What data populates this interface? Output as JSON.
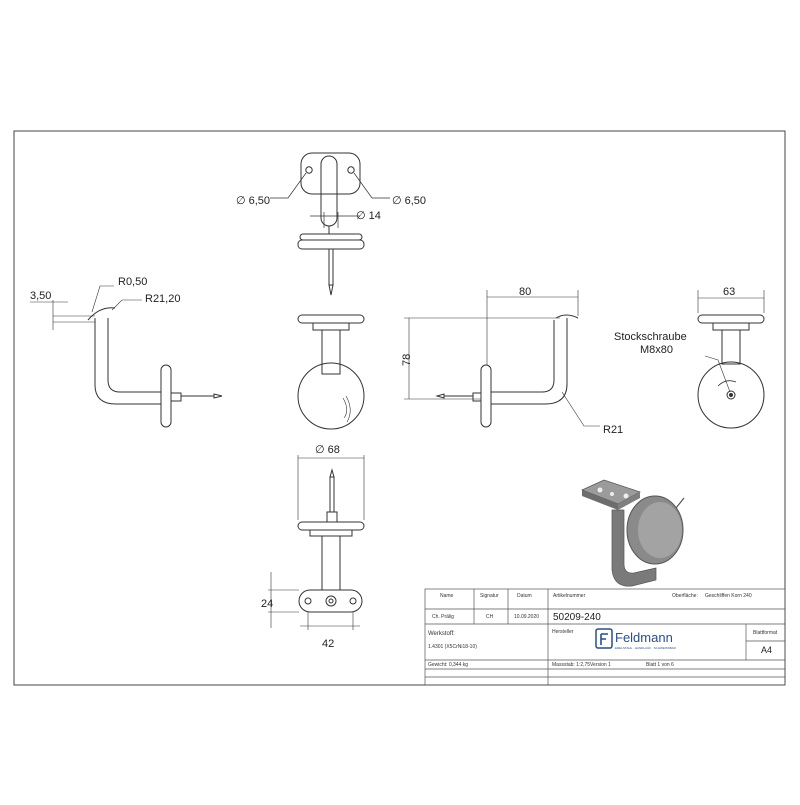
{
  "dimensions": {
    "hole_left": "∅ 6,50",
    "hole_right": "∅ 6,50",
    "post_dia": "∅ 14",
    "thickness": "3,50",
    "radius_small": "R0,50",
    "radius_saddle": "R21,20",
    "width_80": "80",
    "height_78": "78",
    "radius_bend": "R21",
    "width_63": "63",
    "screw_label_1": "Stockschraube",
    "screw_label_2": "M8x80",
    "plate_dia": "∅ 68",
    "saddle_height": "24",
    "saddle_width": "42"
  },
  "title_block": {
    "col_name": "Name",
    "col_signature": "Signatur",
    "col_date": "Datum",
    "article_label": "Artikelnummer",
    "surface_label": "Oberfläche:",
    "surface_value": "Geschliffen Korn 240",
    "name": "Ch. Prälig",
    "signature": "CH",
    "date": "10.09.2020",
    "article_number": "50209-240",
    "material_label": "Werkstoff:",
    "material_value": "1.4301 (X5CrNi18-10)",
    "maker_label": "Hersteller",
    "brand": "Feldmann",
    "brand_tagline": "EDELSTAHL · HANDLAUF · SCHWEISSBAR",
    "sheet_format_label": "Blattformat",
    "sheet_format": "A4",
    "weight": "Gewicht: 0,344 kg",
    "scale_label": "Massstab: 1:2,75",
    "version": "Version 1",
    "sheet": "Blatt 1 von 6"
  }
}
